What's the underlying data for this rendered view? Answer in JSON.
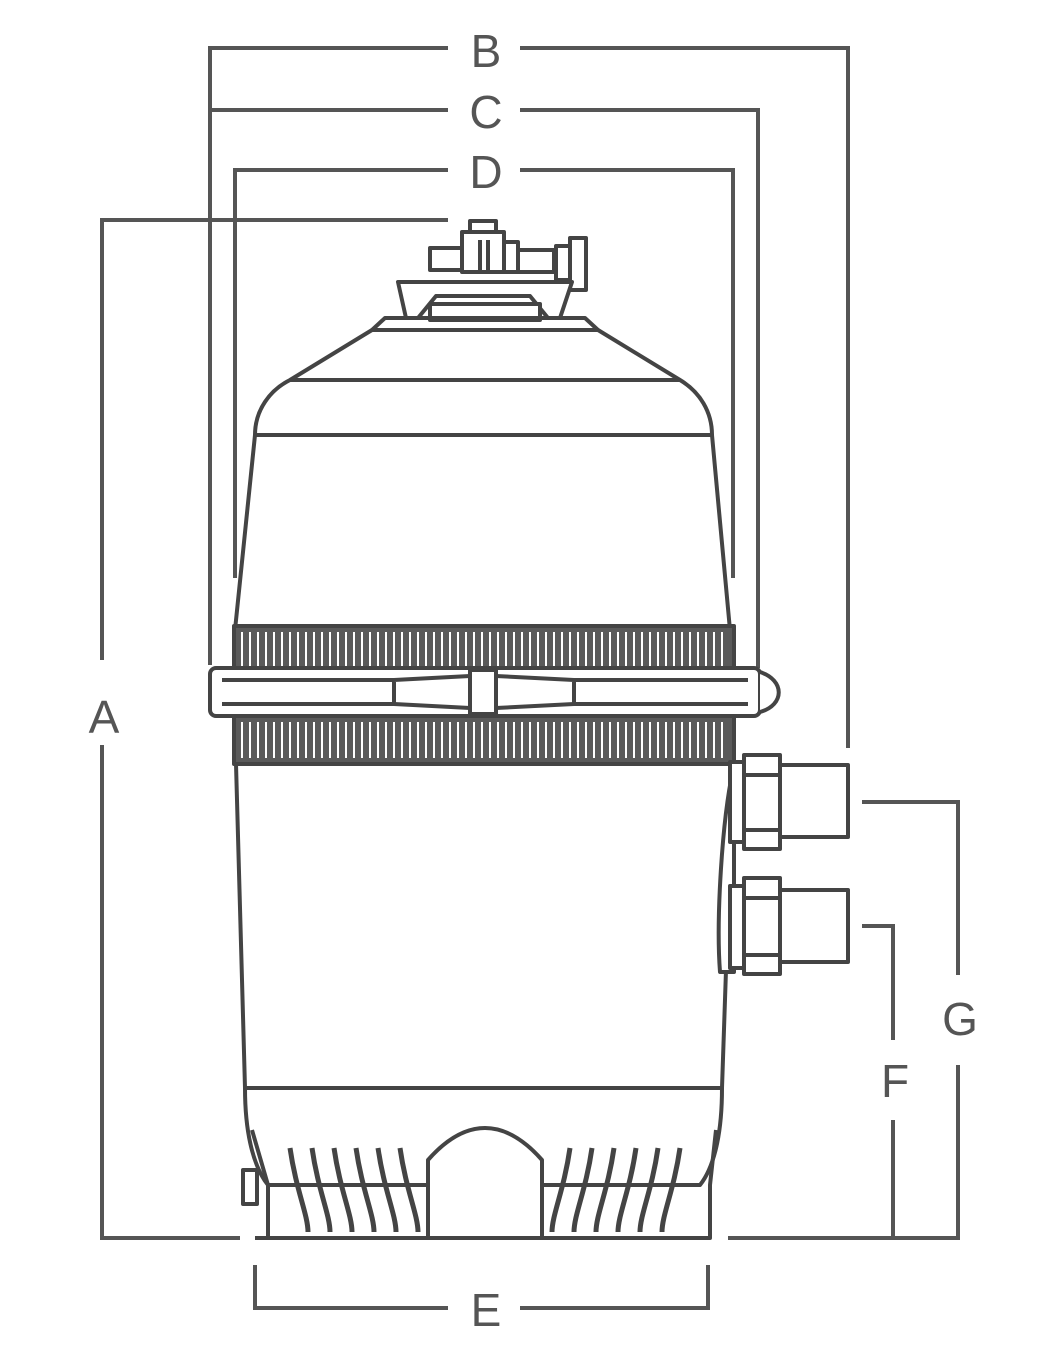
{
  "colors": {
    "line": "#555555",
    "outline": "#444444",
    "ribs": "#505050",
    "background": "#ffffff"
  },
  "labels": {
    "A": "A",
    "B": "B",
    "C": "C",
    "D": "D",
    "E": "E",
    "F": "F",
    "G": "G"
  }
}
